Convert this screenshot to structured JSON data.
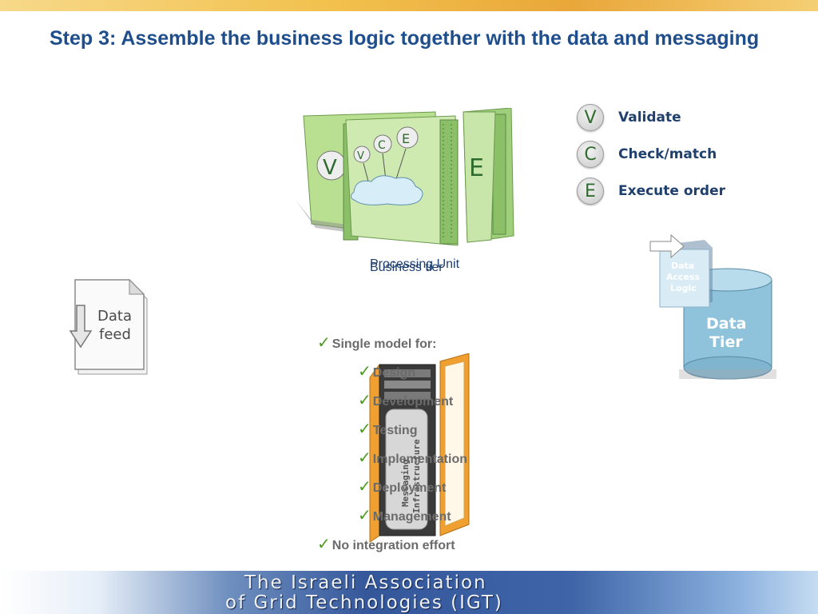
{
  "slide": {
    "title": "Step 3: Assemble the business logic together with the data and messaging"
  },
  "legend": [
    {
      "letter": "V",
      "label": "Validate",
      "icon": "v-badge-icon"
    },
    {
      "letter": "C",
      "label": "Check/match",
      "icon": "c-badge-icon"
    },
    {
      "letter": "E",
      "label": "Execute order",
      "icon": "e-badge-icon"
    }
  ],
  "processing_unit": {
    "label_processing": "Processing Unit",
    "label_business": "Business tier",
    "server_letters": [
      "V",
      "C",
      "E"
    ]
  },
  "data_feed": {
    "label_line1": "Data",
    "label_line2": "feed"
  },
  "data_tier": {
    "access_line1": "Data",
    "access_line2": "Access",
    "access_line3": "Logic",
    "tier_line1": "Data",
    "tier_line2": "Tier"
  },
  "messaging": {
    "label_line1": "Messaging",
    "label_line2": "Infrastructure"
  },
  "checklist": {
    "heading": "Single model for:",
    "items": [
      "Design",
      "Development",
      "Testing",
      "Implementation",
      "Deployment",
      "Management"
    ],
    "footer_item": "No integration effort"
  },
  "footer": {
    "line1": "The Israeli Association",
    "line2": "of Grid Technologies (IGT)"
  },
  "colors": {
    "title": "#1f4e8c",
    "check": "#4d9a1e",
    "server_green": "#b7dc8e",
    "rack_orange": "#f0a030",
    "data_tier": "#8fc3dc"
  }
}
